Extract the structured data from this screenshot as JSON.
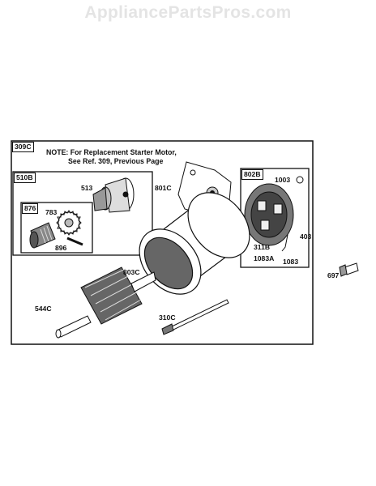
{
  "watermark": "AppliancePartsPros.com",
  "note": {
    "line1": "NOTE: For Replacement Starter Motor,",
    "line2": "See Ref. 309, Previous Page"
  },
  "callouts": {
    "c309C": "309C",
    "c510B": "510B",
    "c876": "876",
    "c802B": "802B",
    "c513": "513",
    "c783": "783",
    "c896": "896",
    "c801C": "801C",
    "c1003": "1003",
    "c403": "403",
    "c311B": "311B",
    "c1083A": "1083A",
    "c1083": "1083",
    "c803C": "803C",
    "c544C": "544C",
    "c310C": "310C",
    "c697": "697"
  }
}
